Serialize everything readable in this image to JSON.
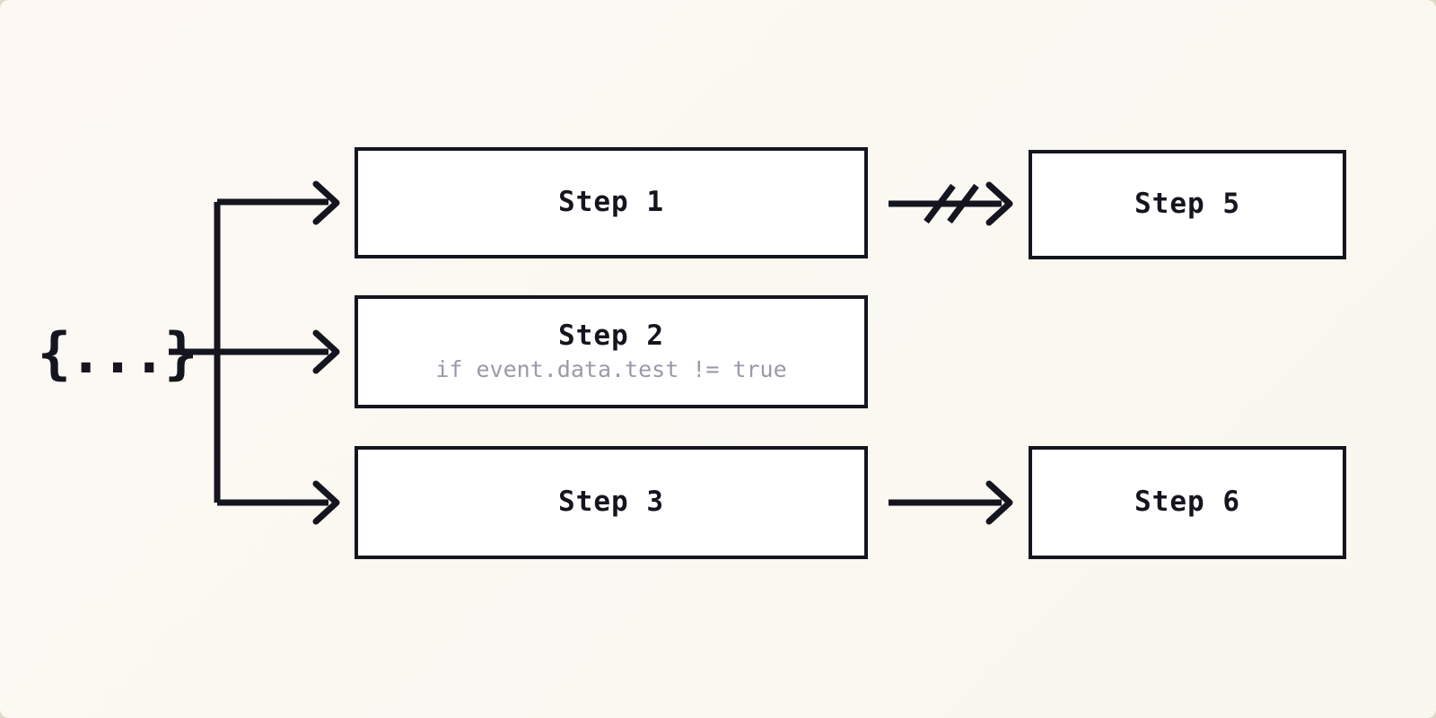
{
  "diagram": {
    "title": "workflow-step-branching-diagram",
    "background_color": "#fbf8f3",
    "line_color": "#15151f",
    "box_fill": "#ffffff",
    "muted_text_color": "#9a9aa8",
    "trigger": {
      "icon_name": "json-object-braces",
      "glyph": "{...}"
    },
    "steps": [
      {
        "id": "step1",
        "label": "Step 1",
        "condition": ""
      },
      {
        "id": "step2",
        "label": "Step 2",
        "condition": "if event.data.test != true"
      },
      {
        "id": "step3",
        "label": "Step 3",
        "condition": ""
      },
      {
        "id": "step5",
        "label": "Step 5",
        "condition": ""
      },
      {
        "id": "step6",
        "label": "Step 6",
        "condition": ""
      }
    ],
    "connections": [
      {
        "from": "trigger",
        "to": "step1",
        "style": "arrow"
      },
      {
        "from": "trigger",
        "to": "step2",
        "style": "arrow"
      },
      {
        "from": "trigger",
        "to": "step3",
        "style": "arrow"
      },
      {
        "from": "step1",
        "to": "step5",
        "style": "crossed-arrow"
      },
      {
        "from": "step3",
        "to": "step6",
        "style": "arrow"
      }
    ]
  }
}
